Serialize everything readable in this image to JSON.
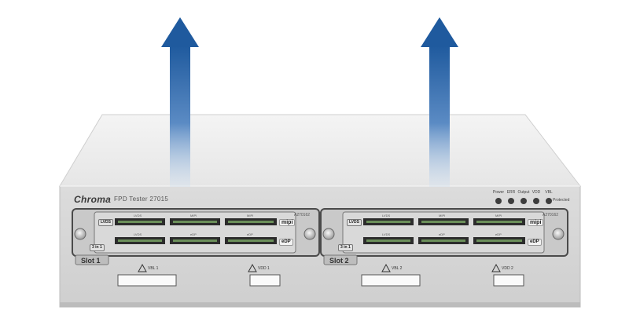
{
  "brand": "Chroma",
  "model": "FPD Tester 27015",
  "indicators": [
    "Power",
    "ERR",
    "Output",
    "VDD",
    "VBL"
  ],
  "protected_label": "Protected",
  "module_tag": "A270162",
  "slots": [
    {
      "label": "Slot 1",
      "tag": "A270162"
    },
    {
      "label": "Slot 2",
      "tag": "A270162"
    }
  ],
  "interface_labels": {
    "lvds": "LVDS",
    "three_in_one": "3 in 1",
    "mipi": "mipi",
    "edp": "eDP"
  },
  "connector_labels": {
    "lvds": "LVDS",
    "mipi": "MIPI",
    "edp": "eDP"
  },
  "power_ports": [
    {
      "label": "VBL 1"
    },
    {
      "label": "VDD 1"
    },
    {
      "label": "VBL 2"
    },
    {
      "label": "VDD 2"
    }
  ],
  "colors": {
    "arrow_top": "#1f5a9e",
    "arrow_bottom": "#d4e2f1",
    "chassis": "#e5e5e5",
    "front_panel": "#d6d6d6"
  }
}
